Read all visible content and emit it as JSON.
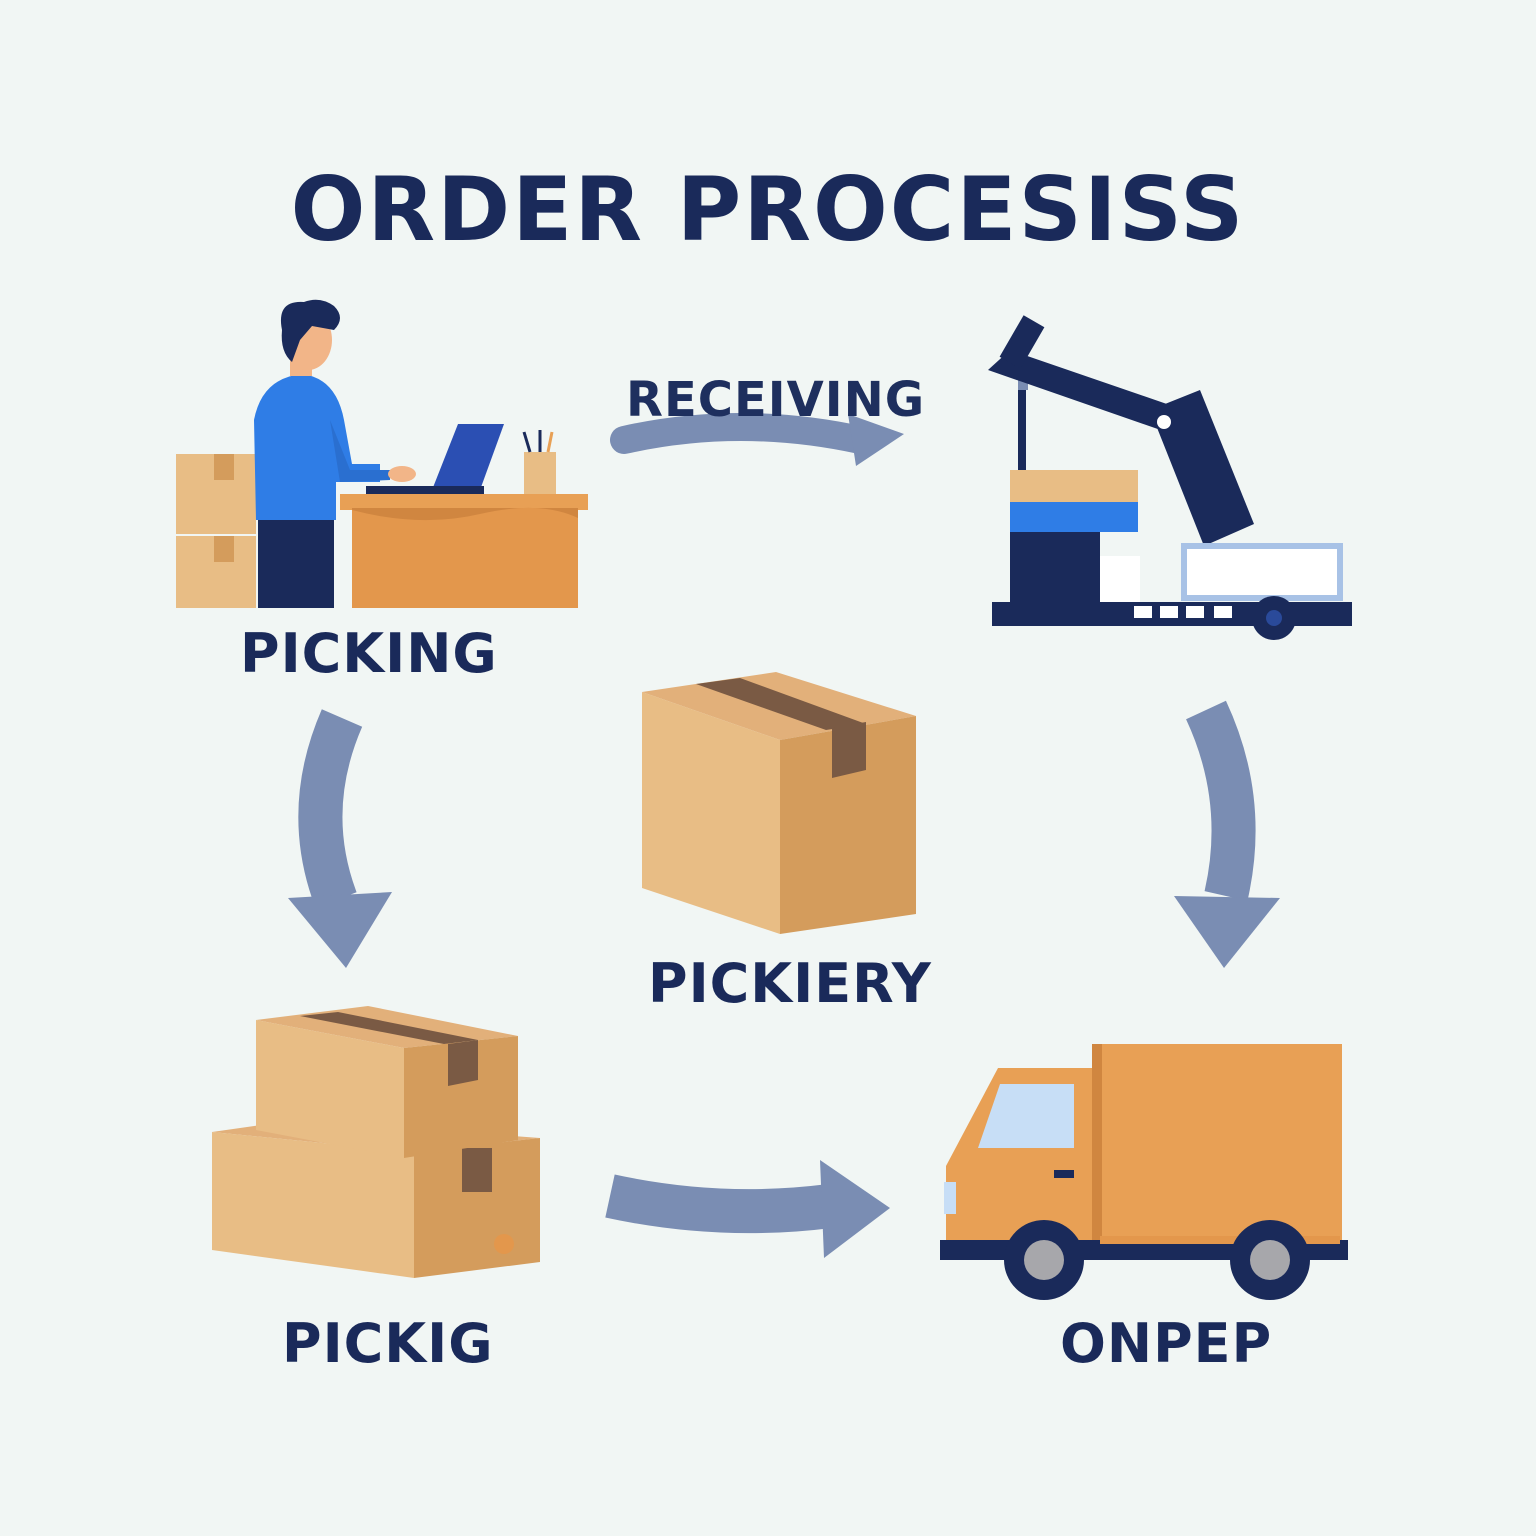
{
  "title": "ORDER PROCESISS",
  "steps": {
    "picking_worker": "PICKING",
    "receiving": "RECEIVING",
    "pickiery": "PICKIERY",
    "pickig": "PICKIG",
    "onpep": "ONPEP"
  },
  "colors": {
    "background": "#f1f6f4",
    "navy": "#1a2a5a",
    "arrow": "#7a8db3",
    "box_light": "#e8bd85",
    "box_dark": "#d49c5c",
    "tape": "#7a5a44",
    "blue": "#2f7de6",
    "orange": "#e8a055"
  },
  "icons": [
    "worker-at-desk-icon",
    "forklift-machine-icon",
    "cardboard-box-icon",
    "stacked-boxes-icon",
    "delivery-truck-icon"
  ]
}
